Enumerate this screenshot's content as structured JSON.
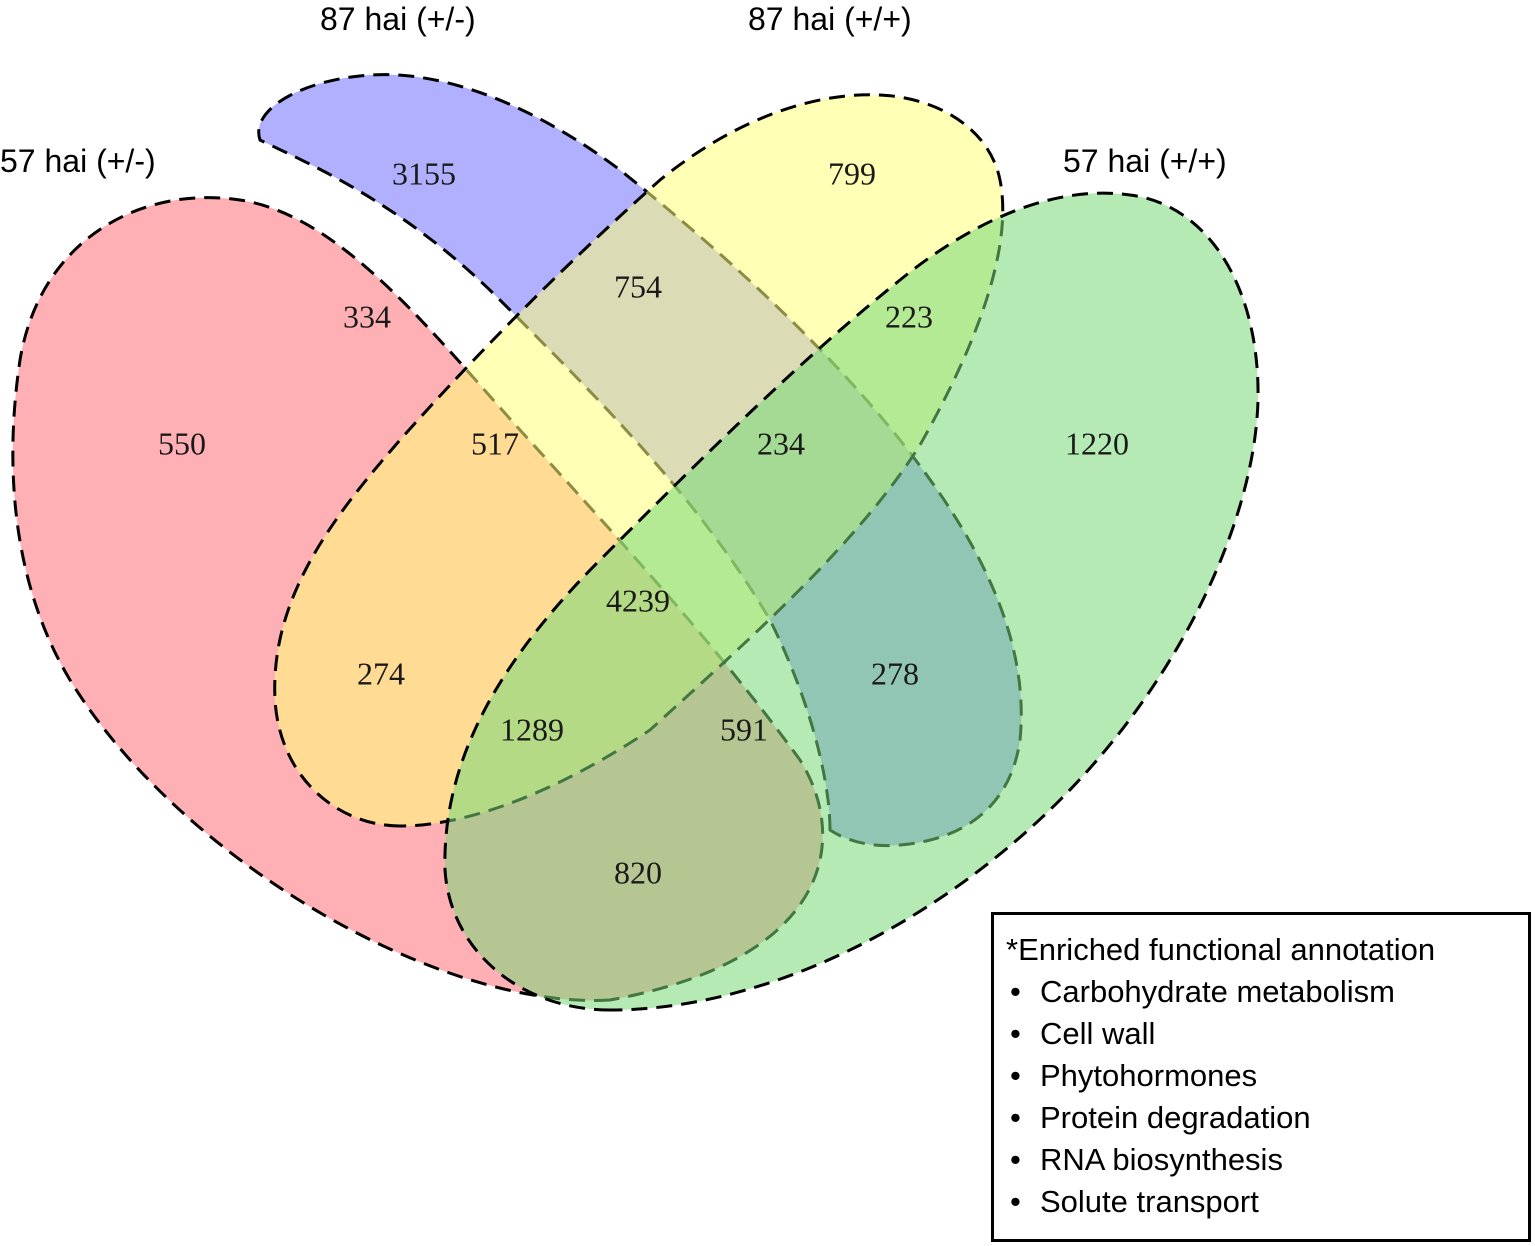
{
  "sets": [
    {
      "id": "s57m",
      "label": "57 hai (+/-)",
      "color": "#ff6f76"
    },
    {
      "id": "s87m",
      "label": "87 hai (+/-)",
      "color": "#6f6ffd"
    },
    {
      "id": "s87p",
      "label": "87 hai (+/+)",
      "color": "#ffff7a"
    },
    {
      "id": "s57p",
      "label": "57 hai (+/+)",
      "color": "#78d878"
    }
  ],
  "regions": [
    {
      "sets": [
        "87 hai (+/-)"
      ],
      "count": "3155"
    },
    {
      "sets": [
        "87 hai (+/+)"
      ],
      "count": "799"
    },
    {
      "sets": [
        "87 hai (+/-)",
        "87 hai (+/+)"
      ],
      "count": "754"
    },
    {
      "sets": [
        "57 hai (+/-)",
        "87 hai (+/-)"
      ],
      "count": "334"
    },
    {
      "sets": [
        "87 hai (+/+)",
        "57 hai (+/+)"
      ],
      "count": "223"
    },
    {
      "sets": [
        "57 hai (+/-)"
      ],
      "count": "550"
    },
    {
      "sets": [
        "57 hai (+/-)",
        "87 hai (+/-)",
        "87 hai (+/+)"
      ],
      "count": "517"
    },
    {
      "sets": [
        "87 hai (+/-)",
        "87 hai (+/+)",
        "57 hai (+/+)"
      ],
      "count": "234"
    },
    {
      "sets": [
        "57 hai (+/+)"
      ],
      "count": "1220"
    },
    {
      "sets": [
        "57 hai (+/-)",
        "87 hai (+/-)",
        "87 hai (+/+)",
        "57 hai (+/+)"
      ],
      "count": "4239"
    },
    {
      "sets": [
        "57 hai (+/-)",
        "87 hai (+/+)"
      ],
      "count": "274"
    },
    {
      "sets": [
        "87 hai (+/-)",
        "57 hai (+/+)"
      ],
      "count": "278"
    },
    {
      "sets": [
        "57 hai (+/-)",
        "87 hai (+/+)",
        "57 hai (+/+)"
      ],
      "count": "1289"
    },
    {
      "sets": [
        "57 hai (+/-)",
        "87 hai (+/-)",
        "57 hai (+/+)"
      ],
      "count": "591"
    },
    {
      "sets": [
        "57 hai (+/-)",
        "57 hai (+/+)"
      ],
      "count": "820"
    }
  ],
  "annotation": {
    "title": "*Enriched functional annotation",
    "bullet": "•",
    "items": [
      "Carbohydrate metabolism",
      "Cell wall",
      "Phytohormones",
      "Protein degradation",
      "RNA biosynthesis",
      "Solute transport"
    ]
  }
}
